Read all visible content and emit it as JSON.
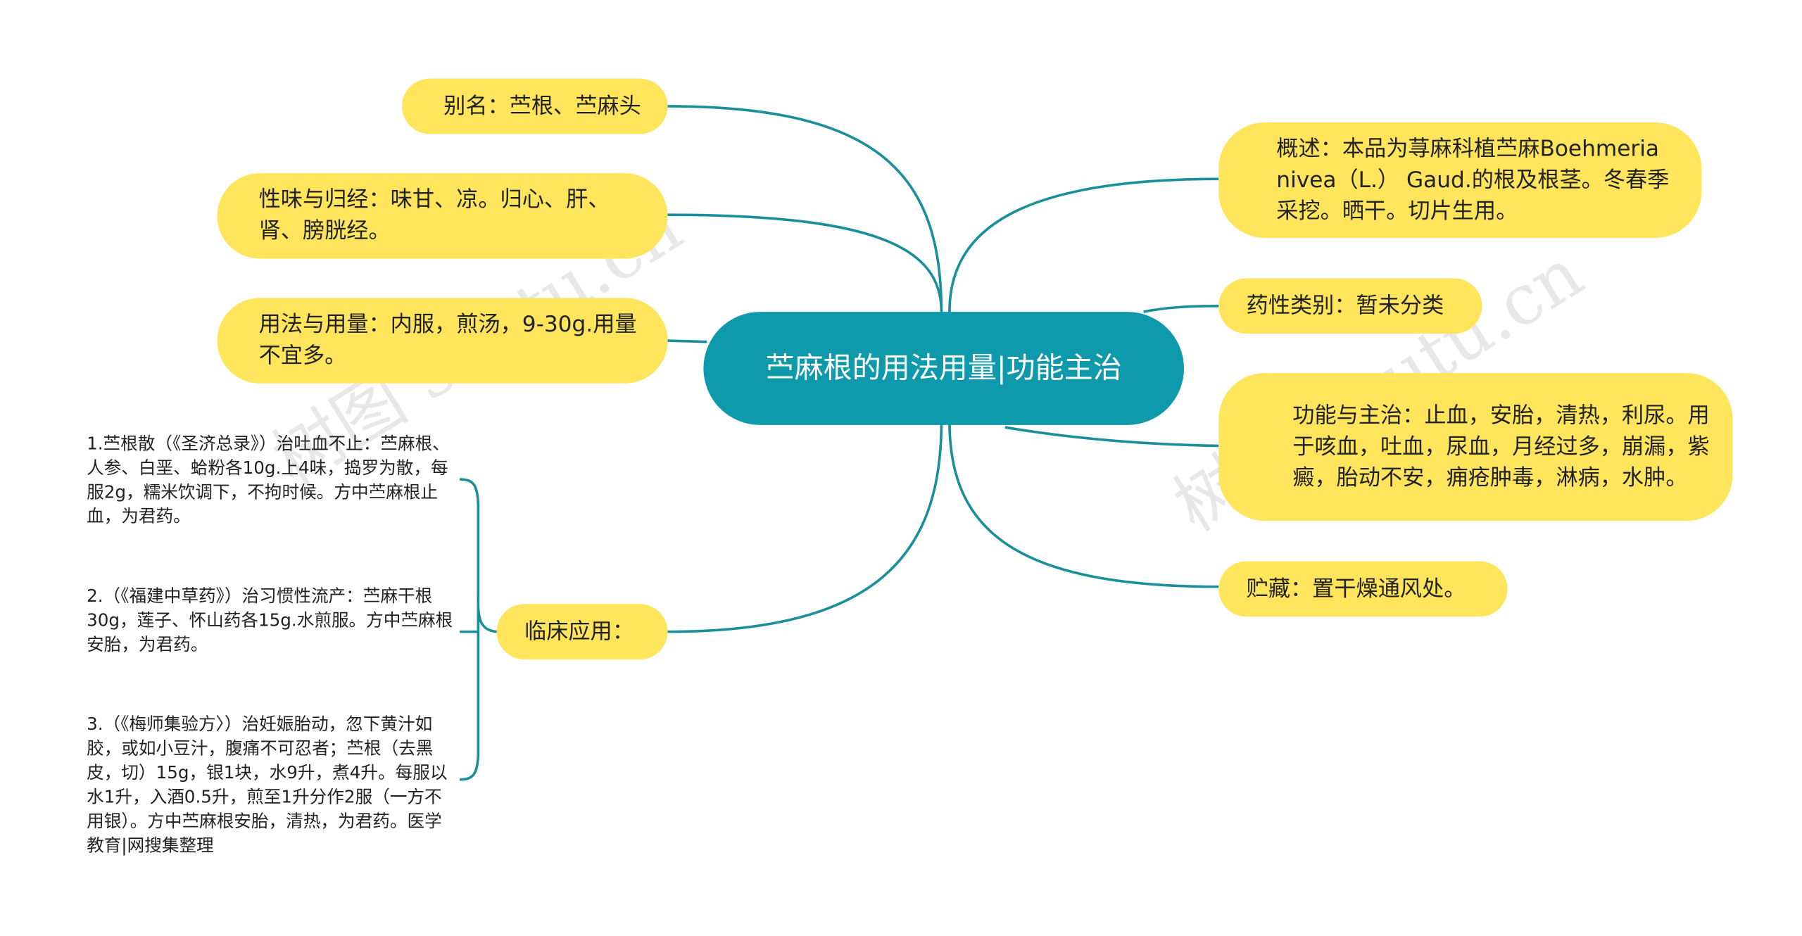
{
  "root": {
    "label": "苎麻根的用法用量|功能主治"
  },
  "left": [
    {
      "label": "别名：苎根、苎麻头"
    },
    {
      "label": "性味与归经：味甘、凉。归心、肝、肾、膀胱经。"
    },
    {
      "label": "用法与用量：内服，煎汤，9-30g.用量不宜多。"
    },
    {
      "label": "临床应用："
    }
  ],
  "right": [
    {
      "label": "概述：本品为荨麻科植苎麻Boehmeria nivea（L.） Gaud.的根及根茎。冬春季采挖。晒干。切片生用。"
    },
    {
      "label": "药性类别：暂未分类"
    },
    {
      "label": "功能与主治：止血，安胎，清热，利尿。用于咳血，吐血，尿血，月经过多，崩漏，紫癜，胎动不安，痈疮肿毒，淋病，水肿。"
    },
    {
      "label": "贮藏：置干燥通风处。"
    }
  ],
  "clinical": [
    {
      "label": "1.苎根散（《圣济总录》）治吐血不止：苎麻根、人参、白垩、蛤粉各10g.上4味，捣罗为散，每服2g，糯米饮调下，不拘时候。方中苎麻根止血，为君药。"
    },
    {
      "label": "2.（《福建中草药》）治习惯性流产：苎麻干根30g，莲子、怀山药各15g.水煎服。方中苎麻根安胎，为君药。"
    },
    {
      "label": "3.（《梅师集验方〉）治妊娠胎动，忽下黄汁如胶，或如小豆汁，腹痛不可忍者；苎根（去黑皮，切）15g，银1块，水9升，煮4升。每服以水1升，入酒0.5升，煎至1升分作2服（一方不用银）。方中苎麻根安胎，清热，为君药。医学教育|网搜集整理"
    }
  ],
  "watermark": [
    "树图 shutu.cn",
    "树图 shutu.cn"
  ],
  "colors": {
    "root": "#0f9aab",
    "node": "#ffe55c",
    "edge": "#1a8f9c"
  }
}
